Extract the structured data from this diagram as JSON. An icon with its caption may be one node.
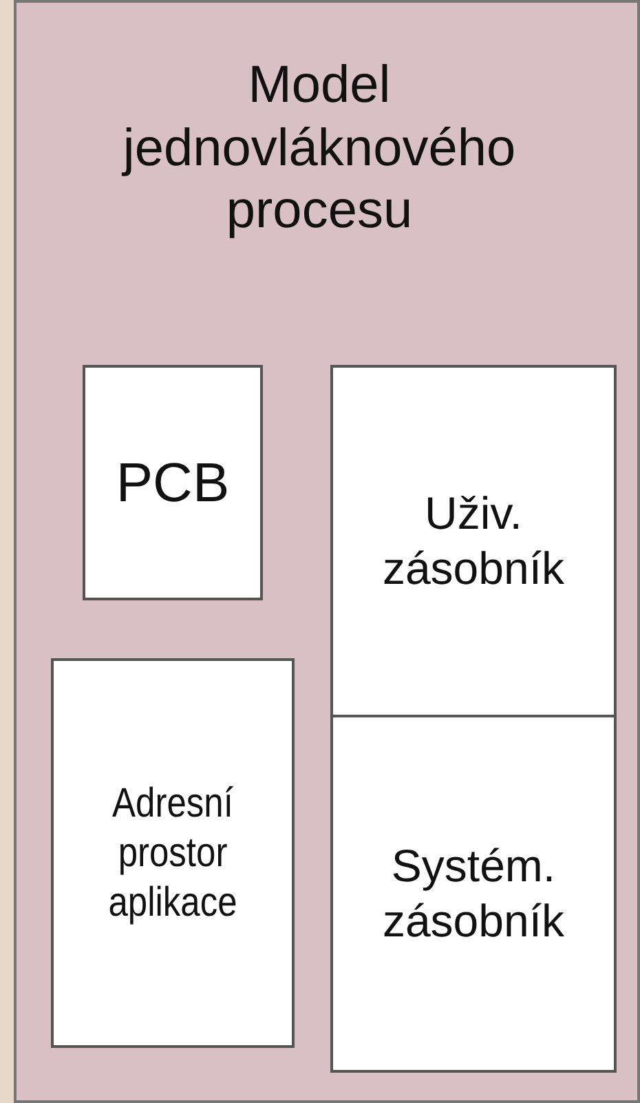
{
  "diagram": {
    "nodes": [
      {
        "text": [
          "Model jednovláknového procesu"
        ]
      },
      {
        "text": [
          "PCB"
        ],
        "in": 0
      },
      {
        "text": [
          "Uživ. zásobník"
        ],
        "in": 0
      },
      {
        "text": [
          "Adresní prostor aplikace"
        ],
        "in": 0
      },
      {
        "text": [
          "Systém. zásobník"
        ],
        "in": 0
      }
    ],
    "edges": []
  }
}
